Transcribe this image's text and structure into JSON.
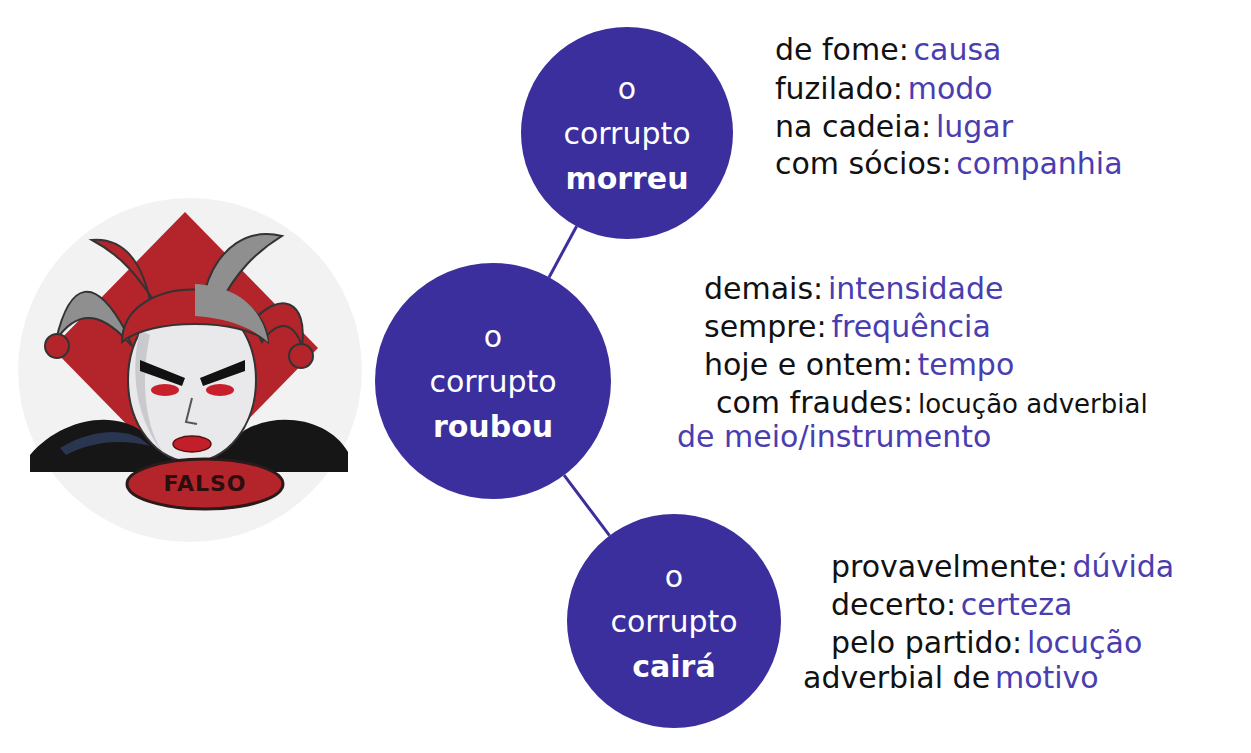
{
  "diagram": {
    "nodes": [
      {
        "text": [
          "o corrupto",
          "morreu"
        ]
      },
      {
        "text": [
          "o corrupto",
          "roubou"
        ]
      },
      {
        "text": [
          "o corrupto",
          "cairá"
        ]
      }
    ],
    "edges": [
      {
        "from": 0,
        "to": 1,
        "arrow": "none"
      },
      {
        "from": 1,
        "to": 2,
        "arrow": "none"
      }
    ],
    "labels": [
      "FALSO",
      "de fome:",
      "causa",
      "fuzilado:",
      "modo",
      "na cadeia:",
      "lugar",
      "com sócios:",
      "companhia",
      "demais:",
      "intensidade",
      "sempre:",
      "frequência",
      "hoje e ontem:",
      "tempo",
      "com fraudes:",
      "locução adverbial",
      "de meio/instrumento",
      "provavelmente:",
      "dúvida",
      "decerto:",
      "certeza",
      "pelo partido:",
      "locução",
      "adverbial de",
      "motivo"
    ]
  }
}
